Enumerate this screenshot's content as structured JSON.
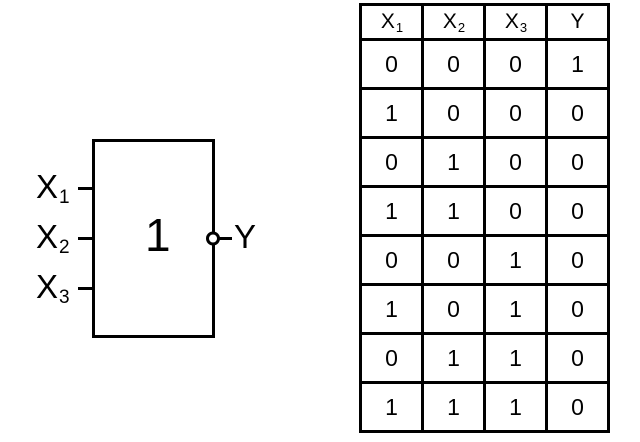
{
  "diagram": {
    "gate_symbol": "1",
    "gate_type": "nor-gate",
    "inputs": [
      {
        "base": "X",
        "subscript": "1"
      },
      {
        "base": "X",
        "subscript": "2"
      },
      {
        "base": "X",
        "subscript": "3"
      }
    ],
    "output": {
      "base": "Y",
      "subscript": ""
    },
    "inversion_bubble": true,
    "colors": {
      "stroke": "#000000",
      "background": "#ffffff"
    }
  },
  "chart_data": {
    "type": "table",
    "title": "",
    "headers": [
      {
        "base": "X",
        "subscript": "1"
      },
      {
        "base": "X",
        "subscript": "2"
      },
      {
        "base": "X",
        "subscript": "3"
      },
      {
        "base": "Y",
        "subscript": ""
      }
    ],
    "rows": [
      [
        "0",
        "0",
        "0",
        "1"
      ],
      [
        "1",
        "0",
        "0",
        "0"
      ],
      [
        "0",
        "1",
        "0",
        "0"
      ],
      [
        "1",
        "1",
        "0",
        "0"
      ],
      [
        "0",
        "0",
        "1",
        "0"
      ],
      [
        "1",
        "0",
        "1",
        "0"
      ],
      [
        "0",
        "1",
        "1",
        "0"
      ],
      [
        "1",
        "1",
        "1",
        "0"
      ]
    ]
  }
}
